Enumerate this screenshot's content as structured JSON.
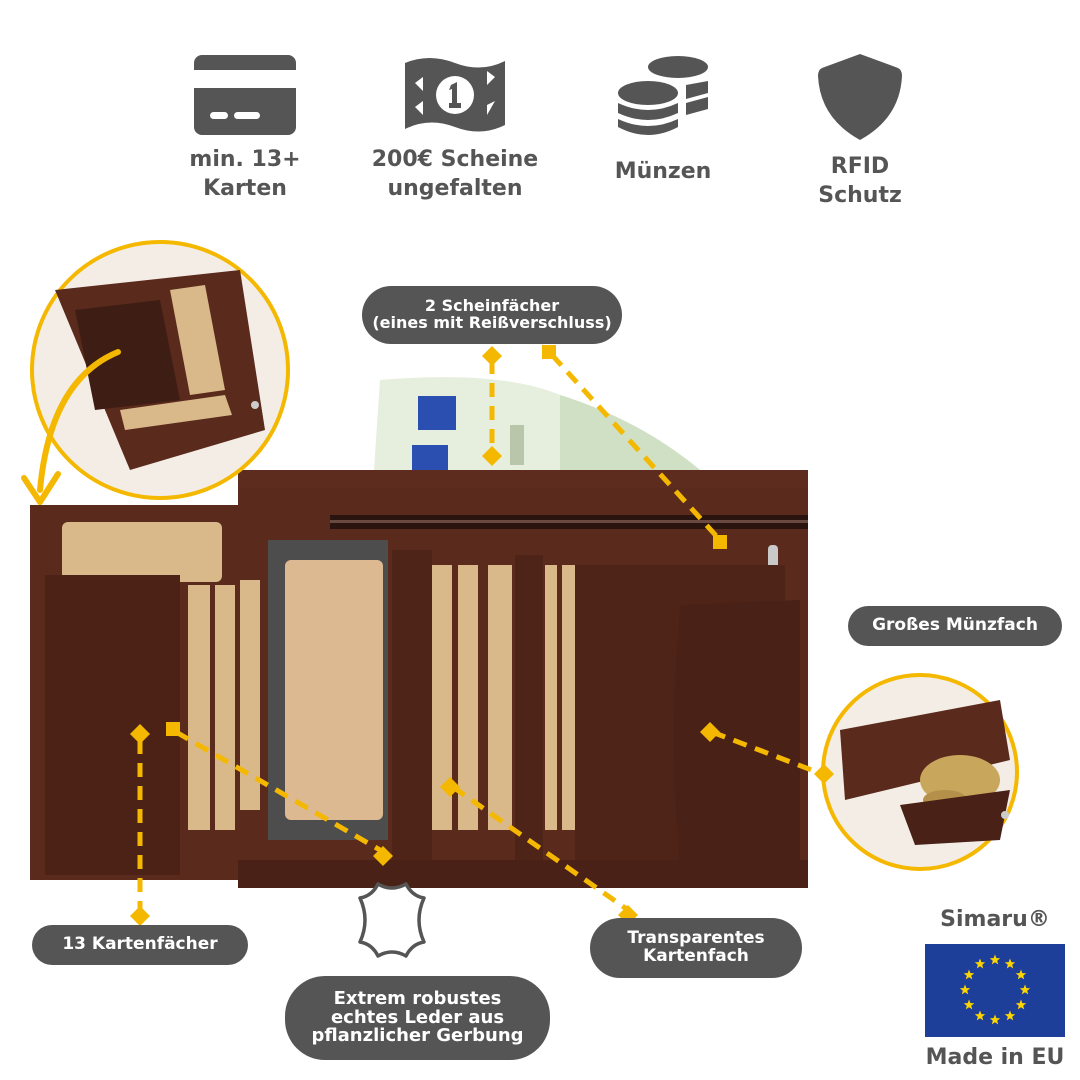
{
  "colors": {
    "accent_yellow": "#f5b800",
    "pill_bg": "#555555",
    "icon_gray": "#555555",
    "leather_brown": "#5a2a1c",
    "eu_blue": "#1d3f9a",
    "eu_star": "#ffd500"
  },
  "features": [
    {
      "icon": "credit-card-icon",
      "label": "min. 13+\nKarten"
    },
    {
      "icon": "banknote-icon",
      "label": "200€ Scheine\nungefalten"
    },
    {
      "icon": "coins-icon",
      "label": "Münzen"
    },
    {
      "icon": "shield-icon",
      "label": "RFID\nSchutz"
    }
  ],
  "callouts": {
    "bill_compartments": "2 Scheinfächer\n(eines mit Reißverschluss)",
    "coin_pocket": "Großes Münzfach",
    "card_slots": "13 Kartenfächer",
    "leather": "Extrem robustes\nechtes Leder aus\npflanzlicher Gerbung",
    "transparent_slot": "Transparentes\nKartenfach"
  },
  "brand": {
    "name": "Simaru®",
    "origin": "Made in EU"
  }
}
